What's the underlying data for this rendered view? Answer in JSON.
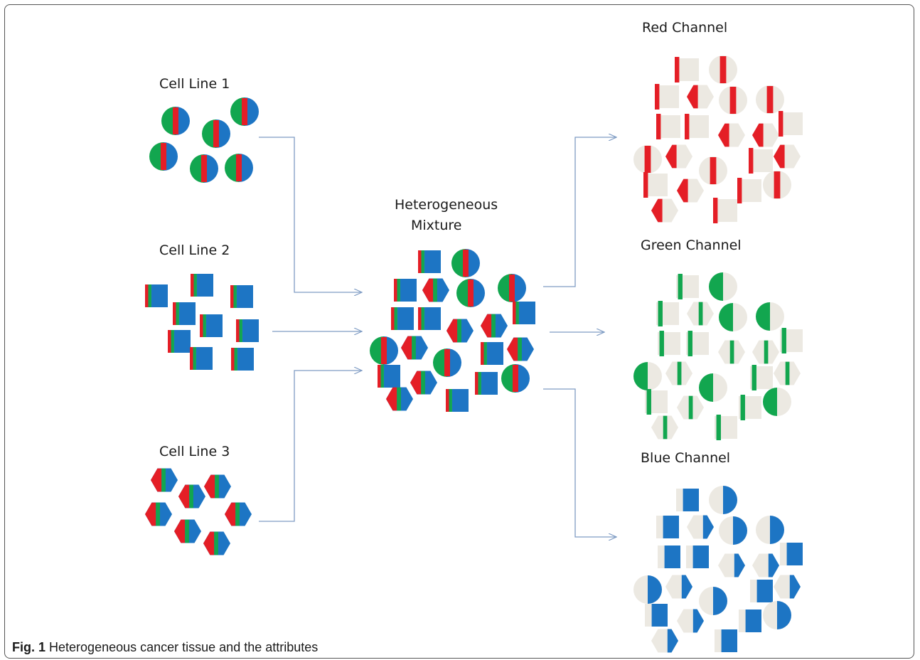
{
  "labels": {
    "cell_line_1": "Cell Line 1",
    "cell_line_2": "Cell Line 2",
    "cell_line_3": "Cell Line 3",
    "mixture_line1": "Heterogeneous",
    "mixture_line2": "Mixture",
    "red_channel": "Red Channel",
    "green_channel": "Green Channel",
    "blue_channel": "Blue Channel"
  },
  "caption": {
    "label": "Fig. 1",
    "text": "Heterogeneous cancer tissue and the attributes"
  },
  "colors": {
    "red": "#e41e26",
    "green": "#12a64f",
    "blue": "#1d75c4",
    "background_cell": "#ece9e2",
    "arrow": "#7f9cc4"
  }
}
